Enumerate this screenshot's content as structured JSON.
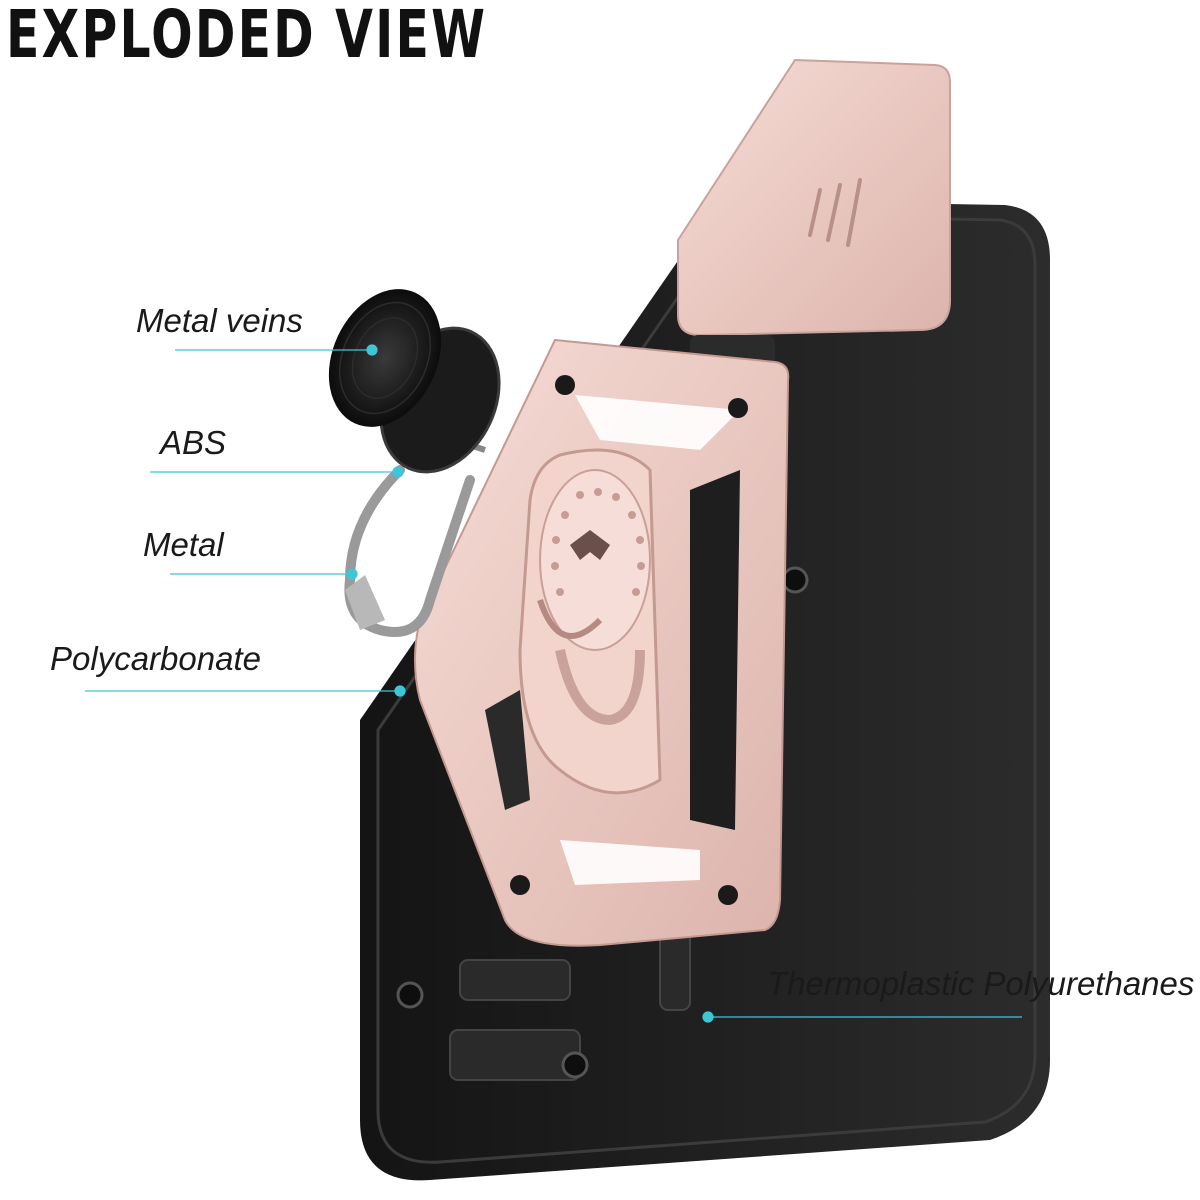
{
  "title": "EXPLODED VIEW",
  "accent_color": "#3ec6d6",
  "case_color": "#efcfc8",
  "bumper_color": "#1e1e1e",
  "callouts": [
    {
      "id": "metal-veins",
      "label": "Metal veins"
    },
    {
      "id": "abs",
      "label": "ABS"
    },
    {
      "id": "metal",
      "label": "Metal"
    },
    {
      "id": "polycarbonate",
      "label": "Polycarbonate"
    },
    {
      "id": "tpu",
      "label": "Thermoplastic Polyurethanes"
    }
  ]
}
